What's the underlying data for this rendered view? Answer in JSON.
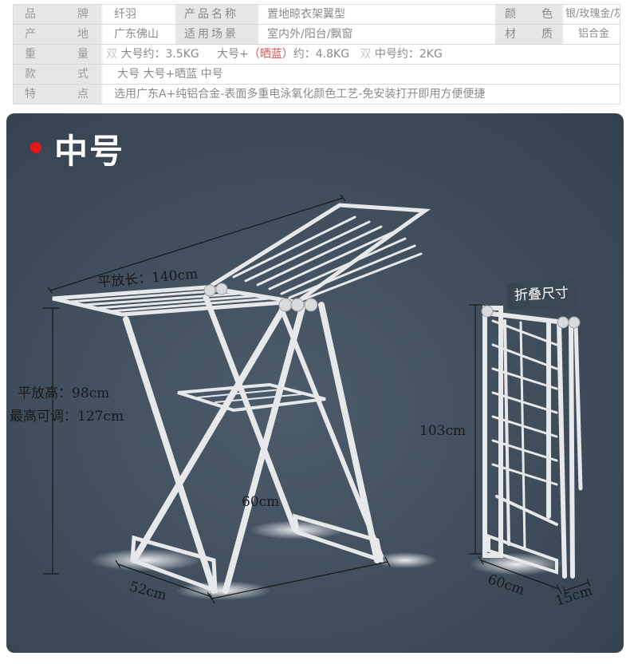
{
  "spec": {
    "rows": [
      {
        "l1": "品牌",
        "v1": "纤羽",
        "l2": "产品名称",
        "v2": "置地晾衣架翼型",
        "l3": "颜色",
        "v3": "银/玫瑰金/灰"
      },
      {
        "l1": "产地",
        "v1": "广东佛山",
        "l2": "适用场景",
        "v2": "室内外/阳台/飘窗",
        "l3": "材质",
        "v3": "铝合金"
      }
    ],
    "weight_label": "重量",
    "weight_a": "大号约：3.5KG",
    "weight_b": "大号+",
    "weight_c": "（晒蓝）",
    "weight_d": "约：4.8KG",
    "weight_e": "中号约：2KG",
    "style_label": "款式",
    "style_value": "大号  大号+晒蓝  中号",
    "feature_label": "特点",
    "feature_value": "选用广东A+纯铝合金-表面多重电泳氧化颜色工艺-免安装打开即用方便便捷"
  },
  "panel": {
    "title": "中号",
    "folded_tag": "折叠尺寸",
    "dims": {
      "flat_length": "平放长：140cm",
      "flat_height": "平放高：98cm",
      "max_height": "最高可调：127cm",
      "depth_60": "60cm",
      "width_52": "52cm",
      "folded_height": "103cm",
      "folded_60": "60cm",
      "folded_15": "15cm"
    }
  },
  "colors": {
    "accent": "#e8161b",
    "panel_bg": "#3e4c5a",
    "frame": "#e6e8ea"
  }
}
